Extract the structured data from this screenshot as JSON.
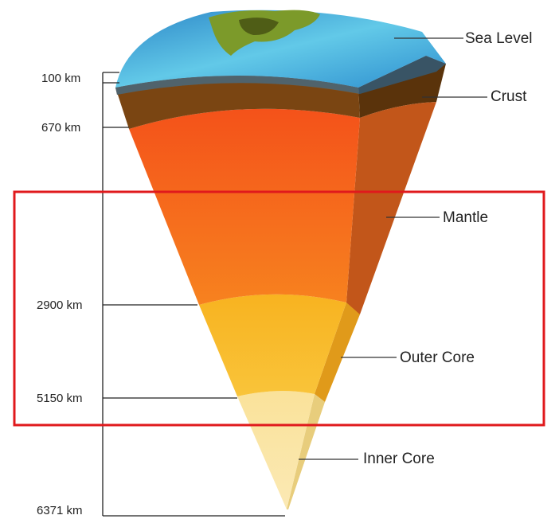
{
  "depth_labels": {
    "d100": "100 km",
    "d670": "670 km",
    "d2900": "2900 km",
    "d5150": "5150 km",
    "d6371": "6371 km"
  },
  "layer_labels": {
    "sea_level": "Sea Level",
    "crust": "Crust",
    "mantle": "Mantle",
    "outer_core": "Outer Core",
    "inner_core": "Inner Core"
  },
  "colors": {
    "ocean": "#4aa6d6",
    "land": "#7c9a2a",
    "crust": "#6b3f10",
    "mantle": "#f26a1b",
    "outer_core": "#f8b21e",
    "inner_core": "#f9e39a",
    "highlight": "#e0191c"
  }
}
